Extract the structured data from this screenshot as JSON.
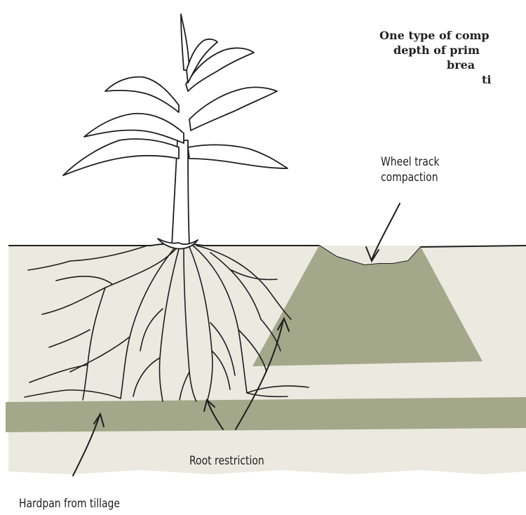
{
  "caption_lines": [
    "One type of comp",
    "depth of prim",
    "brea",
    "ti"
  ],
  "labels": {
    "wheel_track_line1": "Wheel track",
    "wheel_track_line2": "compaction",
    "root_restriction": "Root restriction",
    "hardpan": "Hardpan from tillage"
  },
  "colors": {
    "soil": "#ece9e1",
    "compaction": "#a3a88a",
    "ink": "#1e1e1e"
  }
}
